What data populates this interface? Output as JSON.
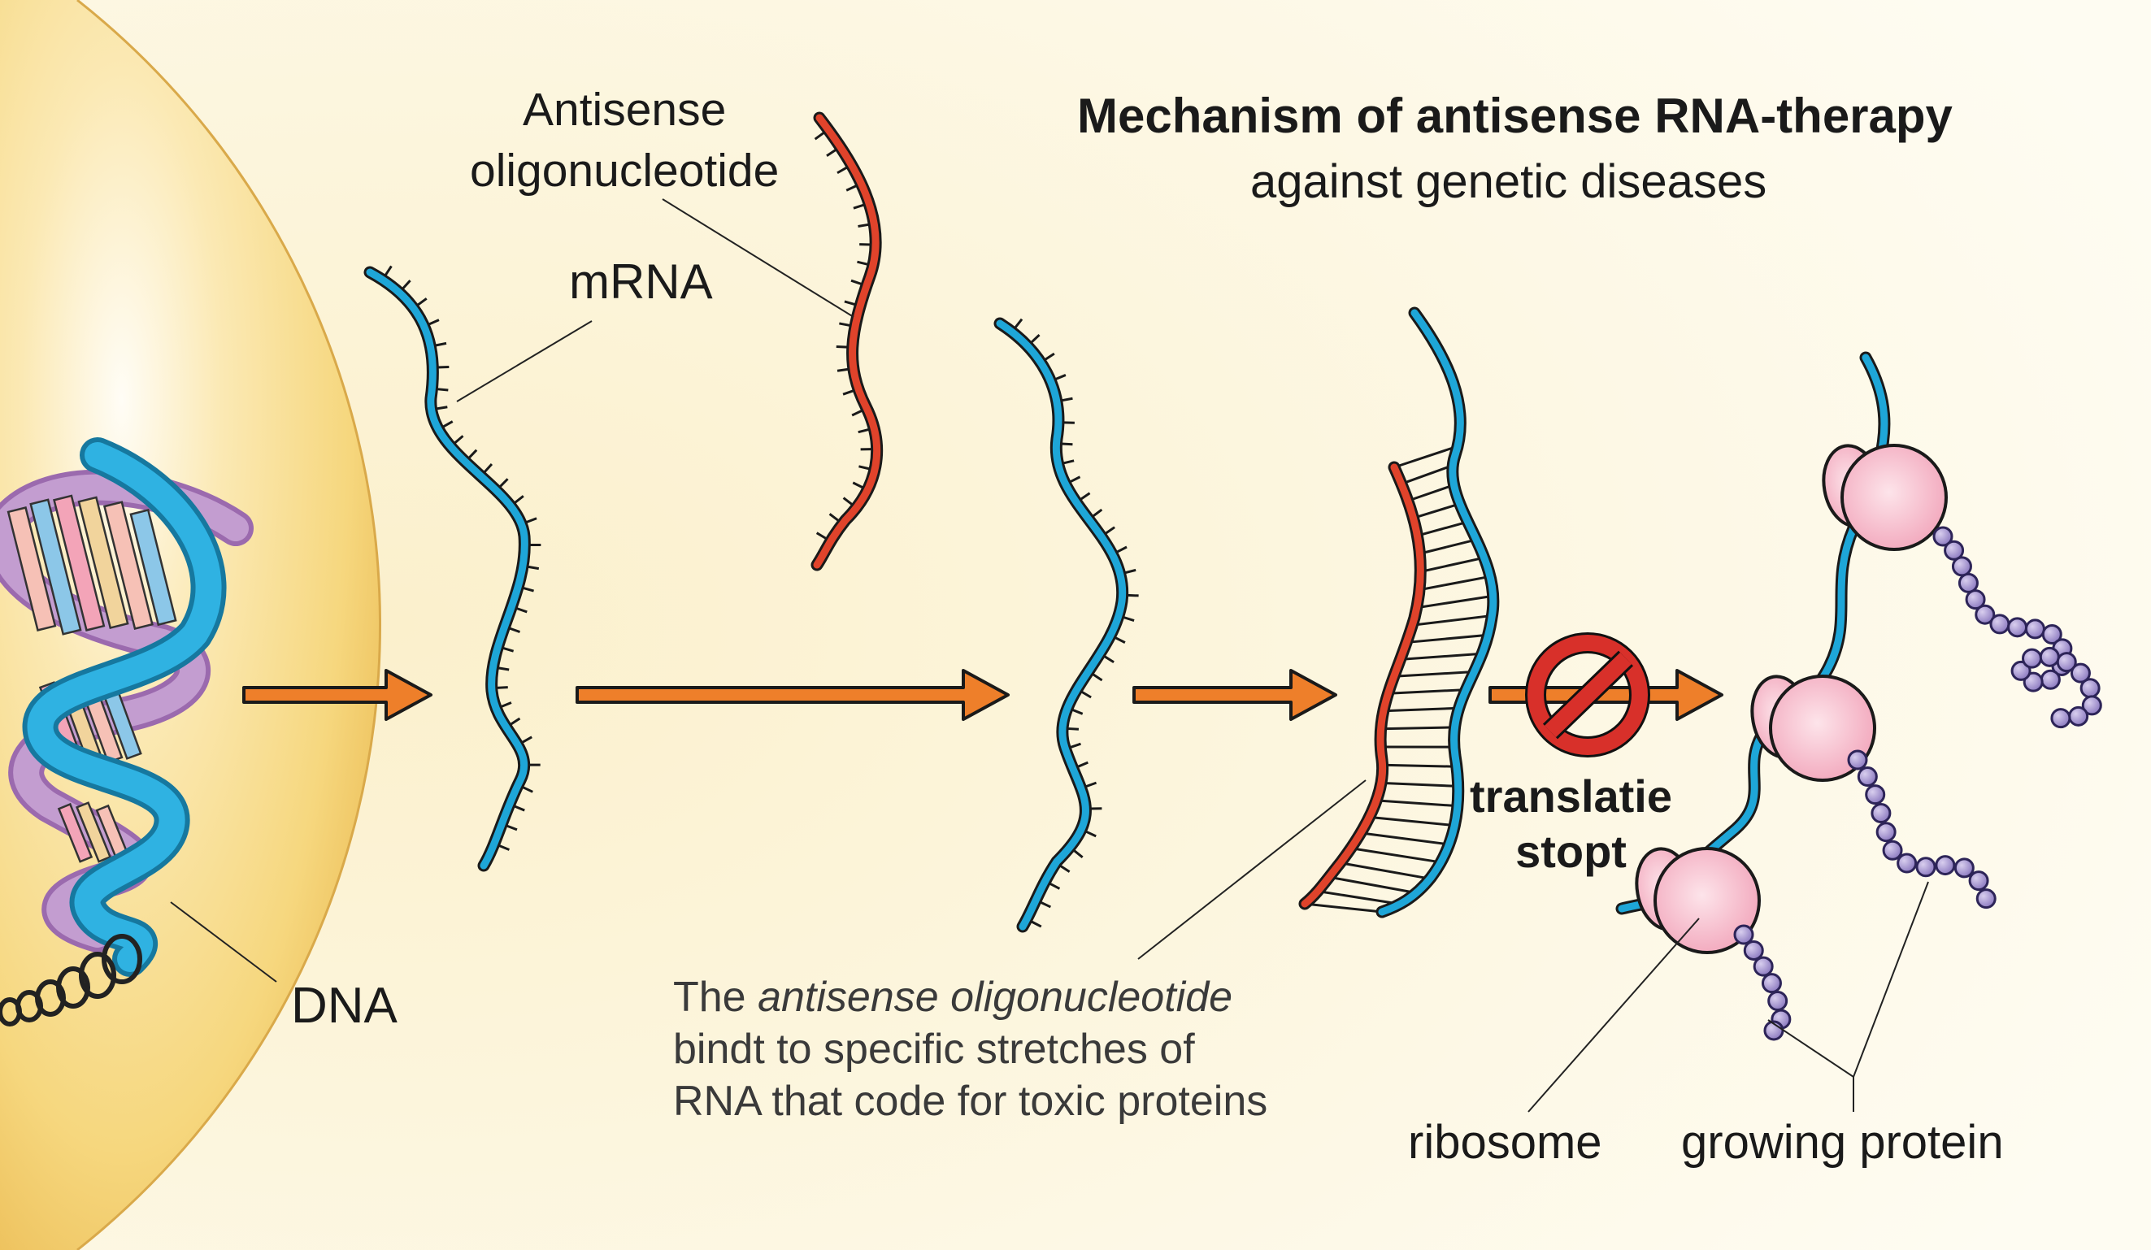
{
  "title": "Mechanism of antisense RNA-therapy",
  "subtitle": "against genetic diseases",
  "labels": {
    "antisense_line1": "Antisense",
    "antisense_line2": "oligonucleotide",
    "mrna": "mRNA",
    "dna": "DNA",
    "stop_line1": "translatie",
    "stop_line2": "stopt",
    "ribosome": "ribosome",
    "growing_protein": "growing protein"
  },
  "caption": {
    "prefix": "The ",
    "emphasis": "antisense oligonucleotide",
    "line2": "bindt to specific stretches of",
    "line3": "RNA that code for toxic proteins"
  },
  "colors": {
    "background": "#fdf9ea",
    "nucleus": "#f5d476",
    "mrna": "#1ea6d8",
    "antisense": "#e0432b",
    "arrow": "#ee7f2a",
    "stop_sign": "#d8302a",
    "ribosome": "#f4b6c6",
    "protein_bead": "#9c8cc8",
    "dna_backbone_purple": "#b085c0"
  },
  "icons": [
    "dna-helix-icon",
    "arrow-right-icon",
    "no-entry-icon",
    "ribosome-icon"
  ]
}
